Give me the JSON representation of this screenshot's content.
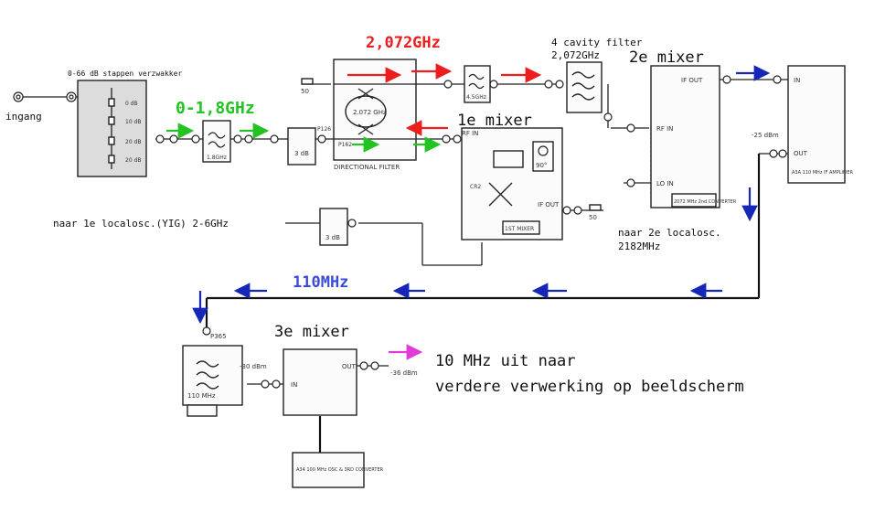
{
  "labels": {
    "ingang": "ingang",
    "attenuator": "0-66 dB stappen verzwakker",
    "att_steps": [
      "0 dB",
      "10 dB",
      "20 dB",
      "20 dB"
    ],
    "band_in": "0-1,8GHz",
    "lpf": "1.8GHz",
    "att_3db": "3 dB",
    "freq_2072": "2,072GHz",
    "dir_filter": "DIRECTIONAL FILTER",
    "dir_filter_freq": "2.072 GHz",
    "p162": "P162",
    "p126": "P126",
    "lpf45": "4.5GHz",
    "cavity_filter": "4 cavity filter",
    "cavity_freq": "2,072GHz",
    "mixer2": "2e mixer",
    "mixer1": "1e mixer",
    "rf_in": "RF IN",
    "lo_in": "LO IN",
    "if_out": "IF OUT",
    "in": "IN",
    "out": "OUT",
    "deg90": "90°",
    "cr2": "CR2",
    "mixer1_box": "1ST MIXER",
    "converter2": "2072 MHz 2nd CONVERTER",
    "amp_box": "A3A 110 MHz IF AMPLIFIER",
    "level_25": "-25 dBm",
    "load50": "50",
    "localosc1": "naar 1e localosc.(YIG) 2-6GHz",
    "att_3db_b": "3 dB",
    "localosc2": "naar 2e localosc.",
    "localosc2_freq": "2182MHz",
    "freq_110": "110MHz",
    "mixer3": "3e mixer",
    "p365": "P365",
    "level_30": "-30 dBm",
    "bpf110": "110 MHz",
    "level_36": "-36 dBm",
    "osc_box": "A34 100 MHz OSC & 3RD CONVERTER",
    "output_line1": "10 MHz uit naar",
    "output_line2": "verdere verwerking op beeldscherm"
  },
  "colors": {
    "green": "#22c322",
    "red": "#ee1d1d",
    "blue": "#1427b8",
    "magenta": "#e23ad8",
    "label_blue": "#3a4bd8"
  }
}
